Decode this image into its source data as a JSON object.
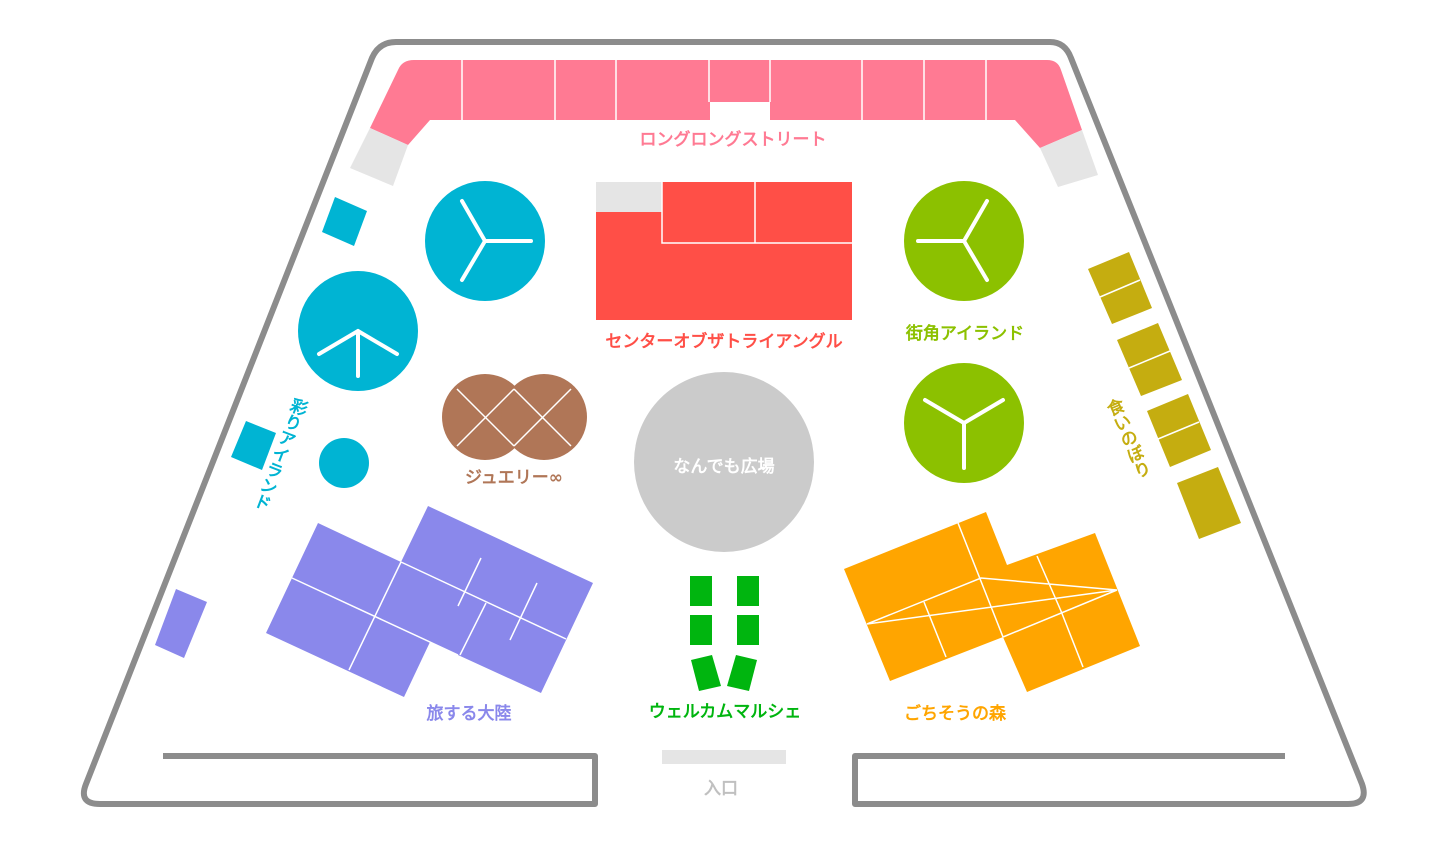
{
  "map": {
    "areas": {
      "long_street": "ロングロングストリート",
      "center_triangle": "センターオブザトライアングル",
      "machikado_island": "街角アイランド",
      "irodori_island": "彩りアイランド",
      "jewelry": "ジュエリー∞",
      "nandemo_plaza": "なんでも広場",
      "kuinobori": "食いのぼり",
      "tabisuru_tairiku": "旅する大陸",
      "welcome_marche": "ウェルカムマルシェ",
      "gochisou_forest": "ごちそうの森"
    },
    "entrance": "入口"
  },
  "colors": {
    "long_street": "#ff7a93",
    "center_triangle": "#ff4f47",
    "machikado_island": "#8cc100",
    "irodori_island": "#00b4d3",
    "jewelry": "#b07657",
    "nandemo_plaza": "#cbcbcb",
    "kuinobori": "#c5ad10",
    "tabisuru_tairiku": "#8a88eb",
    "welcome_marche": "#00b50f",
    "gochisou_forest": "#ffa500",
    "wall": "#8c8c8c",
    "unassigned": "#e5e5e5"
  }
}
